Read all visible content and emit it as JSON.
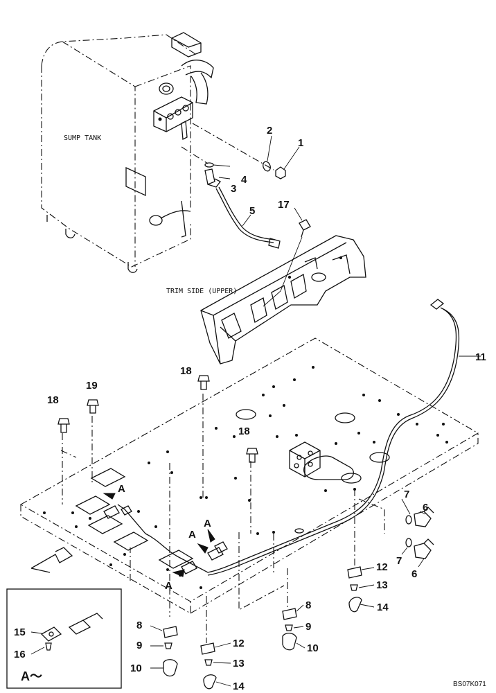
{
  "captions": {
    "sump_tank": "SUMP TANK",
    "trim_side": "TRIM SIDE (UPPER)",
    "detail_tag": "A～",
    "drawing_code": "BS07K071"
  },
  "view_markers": [
    "A",
    "A",
    "A",
    "A"
  ],
  "callouts": [
    {
      "id": "c1",
      "num": "1"
    },
    {
      "id": "c2",
      "num": "2"
    },
    {
      "id": "c3",
      "num": "3"
    },
    {
      "id": "c4",
      "num": "4"
    },
    {
      "id": "c5",
      "num": "5"
    },
    {
      "id": "c17",
      "num": "17"
    },
    {
      "id": "c11",
      "num": "11"
    },
    {
      "id": "c18a",
      "num": "18"
    },
    {
      "id": "c19",
      "num": "19"
    },
    {
      "id": "c18b",
      "num": "18"
    },
    {
      "id": "c18c",
      "num": "18"
    },
    {
      "id": "c7a",
      "num": "7"
    },
    {
      "id": "c6a",
      "num": "6"
    },
    {
      "id": "c7b",
      "num": "7"
    },
    {
      "id": "c6b",
      "num": "6"
    },
    {
      "id": "c12a",
      "num": "12"
    },
    {
      "id": "c13a",
      "num": "13"
    },
    {
      "id": "c14a",
      "num": "14"
    },
    {
      "id": "c8a",
      "num": "8"
    },
    {
      "id": "c9a",
      "num": "9"
    },
    {
      "id": "c10a",
      "num": "10"
    },
    {
      "id": "c8b",
      "num": "8"
    },
    {
      "id": "c9b",
      "num": "9"
    },
    {
      "id": "c10b",
      "num": "10"
    },
    {
      "id": "c12b",
      "num": "12"
    },
    {
      "id": "c13b",
      "num": "13"
    },
    {
      "id": "c14b",
      "num": "14"
    },
    {
      "id": "c15",
      "num": "15"
    },
    {
      "id": "c16",
      "num": "16"
    }
  ]
}
